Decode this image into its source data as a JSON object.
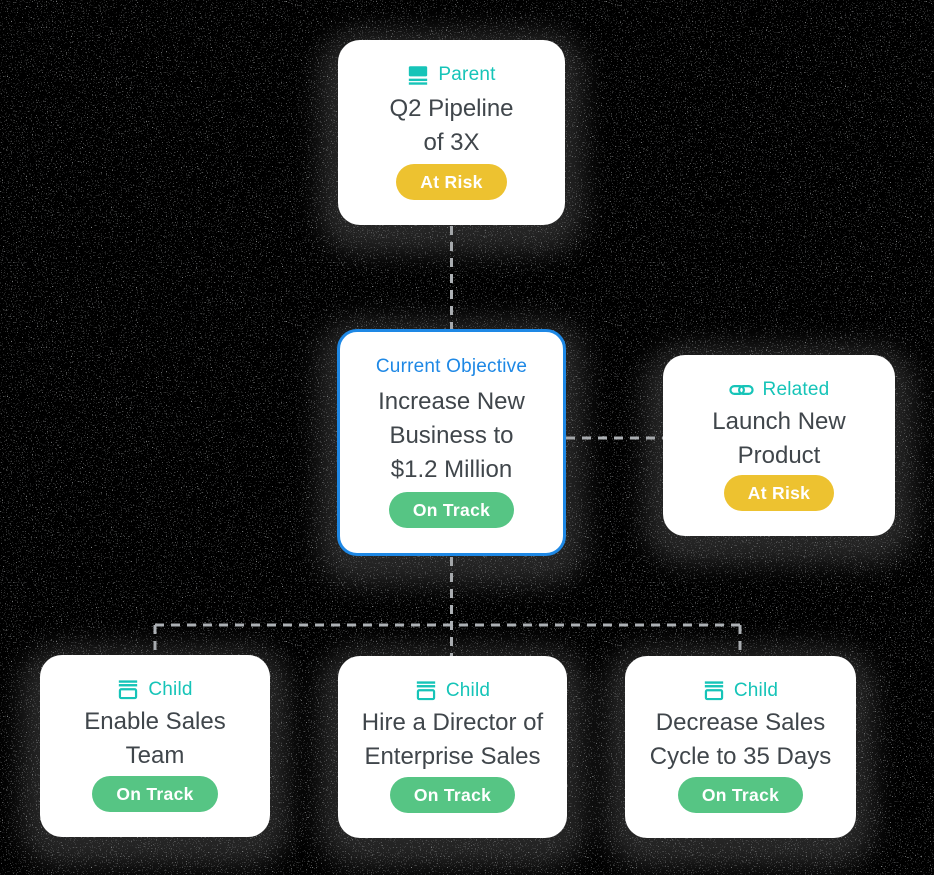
{
  "colors": {
    "background": "#000000",
    "card_bg": "#FFFFFF",
    "teal": "#16C4B8",
    "blue": "#1E88E5",
    "yellow": "#EDC230",
    "green": "#56C584",
    "text": "#40464B",
    "connector": "#ADB1B5"
  },
  "diagram": {
    "parent": {
      "label": "Parent",
      "icon": "parent-icon",
      "title": "Q2 Pipeline\nof 3X",
      "status": "At Risk",
      "status_variant": "yellow"
    },
    "current": {
      "label": "Current Objective",
      "title": "Increase New\nBusiness to\n$1.2 Million",
      "status": "On Track",
      "status_variant": "green"
    },
    "related": {
      "label": "Related",
      "icon": "link-icon",
      "title": "Launch New\nProduct",
      "status": "At Risk",
      "status_variant": "yellow"
    },
    "children": [
      {
        "label": "Child",
        "icon": "child-icon",
        "title": "Enable Sales\nTeam",
        "status": "On Track",
        "status_variant": "green"
      },
      {
        "label": "Child",
        "icon": "child-icon",
        "title": "Hire a Director of\nEnterprise Sales",
        "status": "On Track",
        "status_variant": "green"
      },
      {
        "label": "Child",
        "icon": "child-icon",
        "title": "Decrease Sales\nCycle to 35 Days",
        "status": "On Track",
        "status_variant": "green"
      }
    ]
  }
}
